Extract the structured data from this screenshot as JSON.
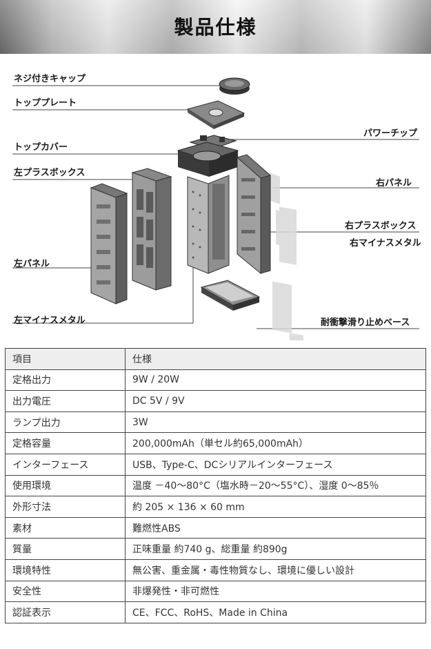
{
  "banner": {
    "title": "製品仕様"
  },
  "labels": {
    "cap": "ネジ付きキャップ",
    "top_plate": "トッププレート",
    "power_chip": "パワーチップ",
    "top_cover": "トップカバー",
    "left_plus_box": "左プラスボックス",
    "right_panel": "右パネル",
    "right_plus_box": "右プラスボックス",
    "right_minus_metal": "右マイナスメタル",
    "left_panel": "左パネル",
    "left_minus_metal": "左マイナスメタル",
    "base": "耐衝撃滑り止めベース"
  },
  "spec_table": {
    "header": {
      "key": "項目",
      "value": "仕様"
    },
    "rows": [
      {
        "key": "定格出力",
        "value": "9W / 20W"
      },
      {
        "key": "出力電圧",
        "value": "DC 5V / 9V"
      },
      {
        "key": "ランプ出力",
        "value": "3W"
      },
      {
        "key": "定格容量",
        "value": "200,000mAh（単セル約65,000mAh）"
      },
      {
        "key": "インターフェース",
        "value": "USB、Type-C、DCシリアルインターフェース"
      },
      {
        "key": "使用環境",
        "value": "温度 －40～80°C（塩水時－20～55°C）、湿度 0～85％"
      },
      {
        "key": "外形寸法",
        "value": "約 205 × 136 × 60 mm"
      },
      {
        "key": "素材",
        "value": "難燃性ABS"
      },
      {
        "key": "質量",
        "value": "正味重量 約740 g、総重量 約890g"
      },
      {
        "key": "環境特性",
        "value": "無公害、重金属・毒性物質なし、環境に優しい設計"
      },
      {
        "key": "安全性",
        "value": "非爆発性・非可燃性"
      },
      {
        "key": "認証表示",
        "value": "CE、FCC、RoHS、Made in China"
      }
    ]
  }
}
